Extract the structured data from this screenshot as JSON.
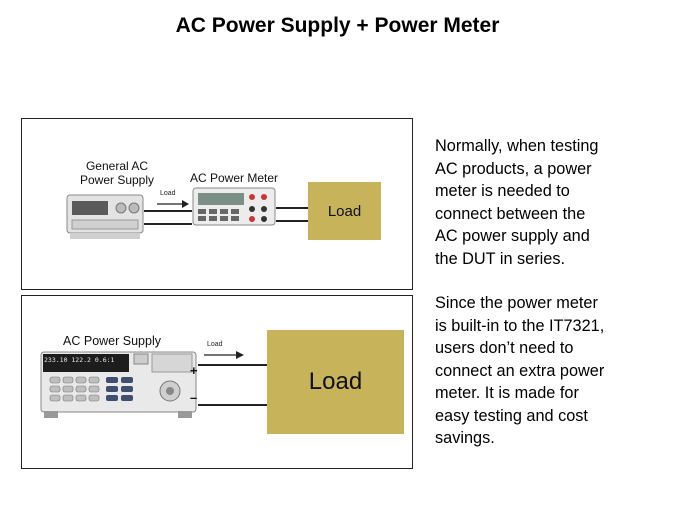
{
  "title": "AC Power Supply + Power Meter",
  "diagram1": {
    "supply_label_line1": "General AC",
    "supply_label_line2": "Power Supply",
    "meter_label": "AC Power Meter",
    "arrow_label": "Load",
    "load_label": "Load"
  },
  "diagram2": {
    "supply_label": "AC Power Supply",
    "arrow_label": "Load",
    "load_label": "Load",
    "plus": "+",
    "minus": "–",
    "display_readout": "233.10 122.2 0.6:1"
  },
  "paragraph1": [
    "Normally, when testing",
    "AC products, a power",
    "meter is needed to",
    "connect between the",
    "AC power supply and",
    "the DUT in series."
  ],
  "paragraph2": [
    "Since the power meter",
    "is built-in to the IT7321,",
    "users don’t need to",
    "connect an extra power",
    "meter. It is made for",
    "easy testing and cost",
    "savings."
  ],
  "colors": {
    "load_fill": "#c6b35a",
    "panel_border": "#222222"
  }
}
